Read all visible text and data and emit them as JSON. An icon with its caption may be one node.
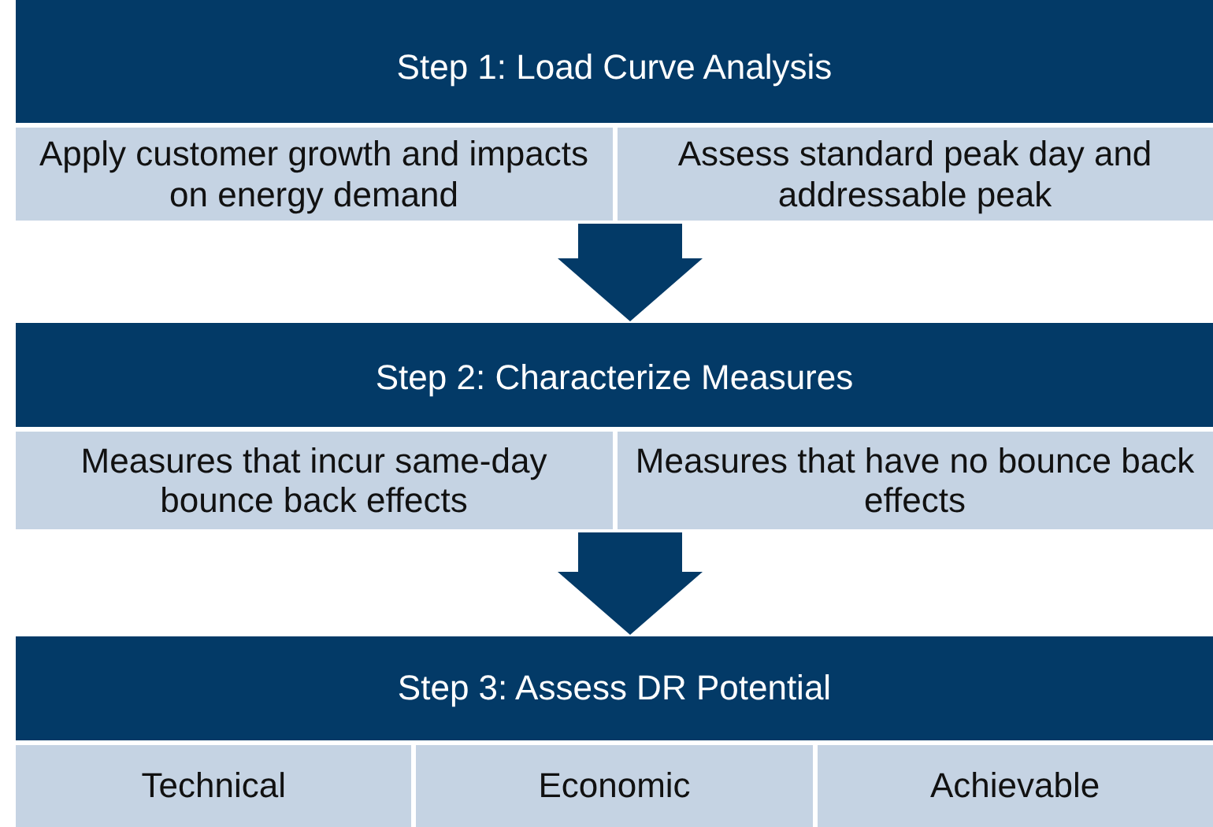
{
  "diagram": {
    "nodes": [
      {
        "text": [
          "Step 1: Load Curve Analysis"
        ]
      },
      {
        "text": [
          "Apply customer growth and impacts on energy demand"
        ],
        "in": 0
      },
      {
        "text": [
          "Assess standard peak day and addressable peak"
        ],
        "in": 0
      },
      {
        "text": [
          "Step 2: Characterize Measures"
        ]
      },
      {
        "text": [
          "Measures that incur same-day bounce back effects"
        ],
        "in": 3
      },
      {
        "text": [
          "Measures that have no bounce back effects"
        ],
        "in": 3
      },
      {
        "text": [
          "Step 3: Assess DR Potential"
        ]
      },
      {
        "text": [
          "Technical"
        ],
        "in": 6
      },
      {
        "text": [
          "Economic"
        ],
        "in": 6
      },
      {
        "text": [
          "Achievable"
        ],
        "in": 6
      }
    ],
    "edges": [
      {
        "from": 0,
        "to": 3,
        "arrow": "to"
      },
      {
        "from": 3,
        "to": 6,
        "arrow": "to"
      }
    ]
  }
}
